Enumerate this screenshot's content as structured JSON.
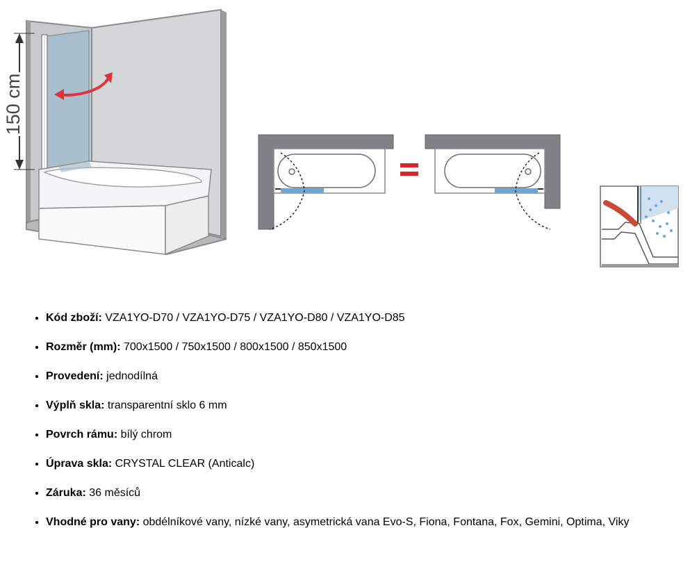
{
  "figure": {
    "height_label": "150 cm",
    "accent_color": "#e0343c",
    "glass_color": "#a9bfce",
    "wall_color": "#808285",
    "equals_color": "#d9262e"
  },
  "specs": [
    {
      "label": "Kód zboží:",
      "value": " VZA1YO-D70 / VZA1YO-D75 / VZA1YO-D80 / VZA1YO-D85"
    },
    {
      "label": "Rozměr (mm):",
      "value": " 700x1500 / 750x1500 / 800x1500 / 850x1500"
    },
    {
      "label": "Provedení:",
      "value": " jednodílná"
    },
    {
      "label": "Výplň skla:",
      "value": " transparentní sklo 6 mm"
    },
    {
      "label": "Povrch rámu:",
      "value": " bílý chrom"
    },
    {
      "label": "Úprava skla:",
      "value": " CRYSTAL CLEAR (Anticalc)"
    },
    {
      "label": "Záruka:",
      "value": " 36 měsíců"
    },
    {
      "label": "Vhodné pro vany:",
      "value": " obdélníkové vany, nízké vany, asymetrická vana Evo-S, Fiona, Fontana, Fox, Gemini, Optima, Viky"
    }
  ]
}
